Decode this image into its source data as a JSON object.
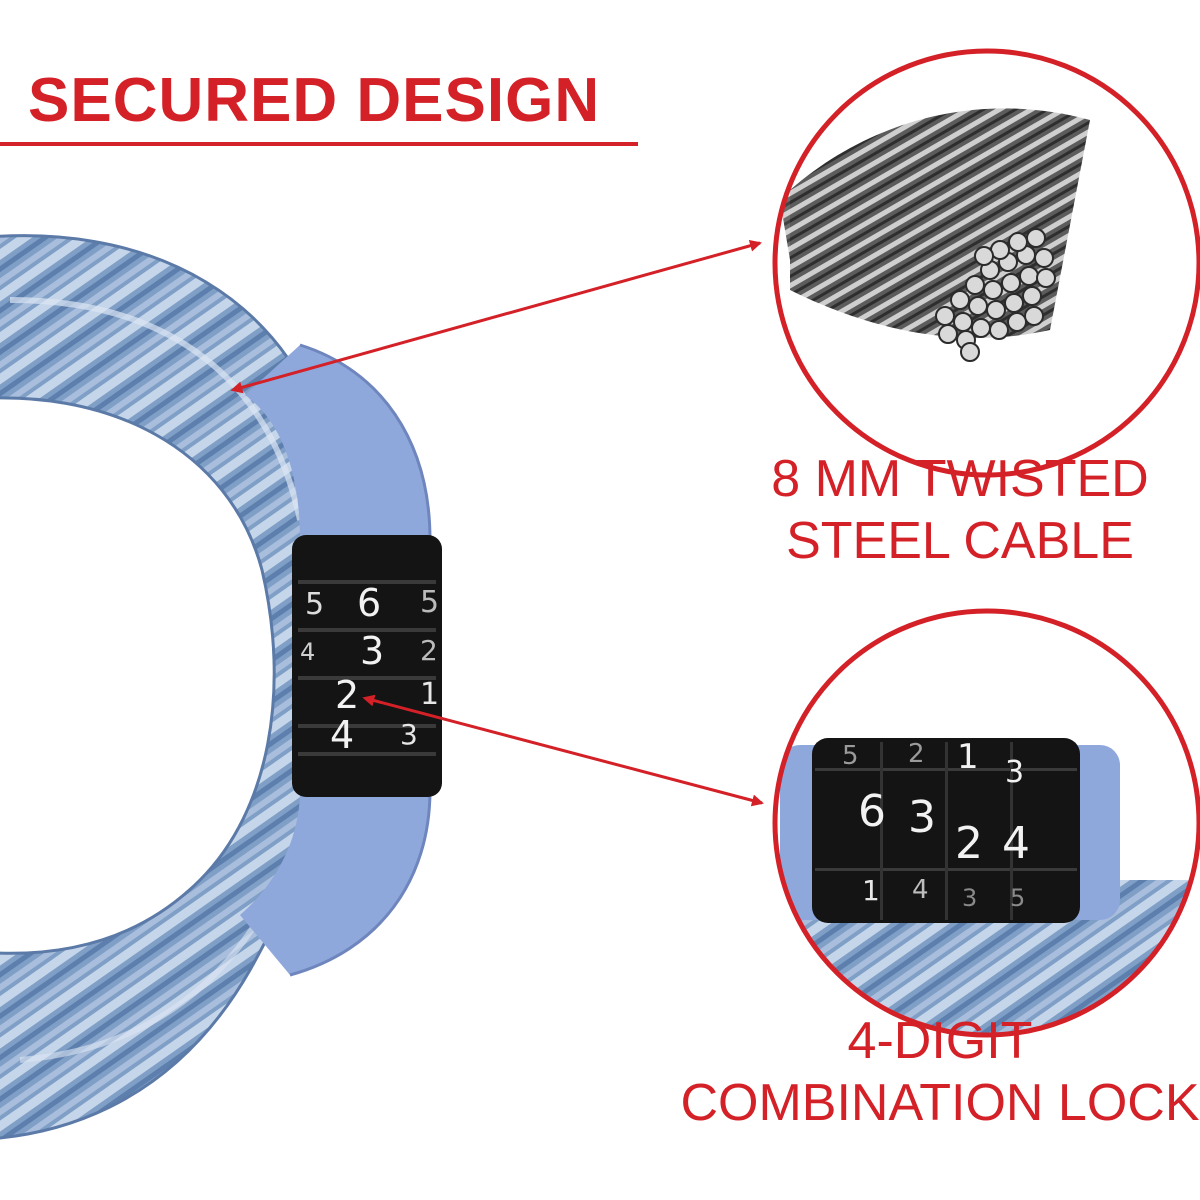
{
  "headline": "SECURED DESIGN",
  "callouts": {
    "cable": {
      "line1": "8 MM TWISTED",
      "line2": "STEEL CABLE"
    },
    "lock": {
      "line1": "4-DIGIT",
      "line2": "COMBINATION LOCK"
    }
  },
  "lock_display": {
    "main_row": [
      "6",
      "3",
      "2",
      "4"
    ],
    "upper_row": [
      "5",
      "2",
      "1",
      "3"
    ],
    "lower_row": [
      "1",
      "4",
      "3",
      "5"
    ]
  },
  "colors": {
    "accent_red": "#d42027",
    "cable_blue": "#7f9fc6",
    "sleeve_blue": "#8fa8dc",
    "dial_black": "#141414"
  }
}
